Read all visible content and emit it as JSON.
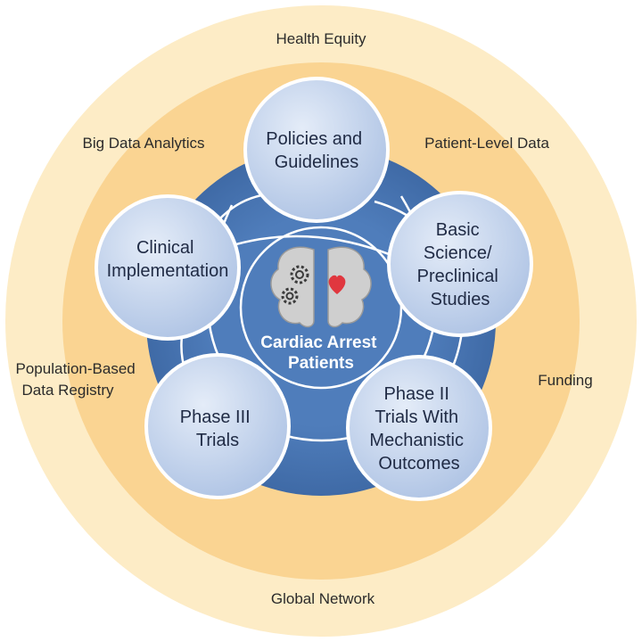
{
  "outer_ring": {
    "top": "Health Equity",
    "bottom": "Global Network",
    "upper_left": "Big Data Analytics",
    "upper_right": "Patient-Level Data",
    "left_lines": [
      "Population-Based",
      "Data Registry"
    ],
    "right": "Funding"
  },
  "center": {
    "lines": [
      "Cardiac Arrest",
      "Patients"
    ],
    "icon": "brain-with-gears-and-heart-icon"
  },
  "nodes": [
    {
      "id": "policies",
      "lines": [
        "Policies and",
        "Guidelines"
      ]
    },
    {
      "id": "basic-science",
      "lines": [
        "Basic",
        "Science/",
        "Preclinical",
        "Studies"
      ]
    },
    {
      "id": "phase-two",
      "lines": [
        "Phase II",
        "Trials With",
        "Mechanistic",
        "Outcomes"
      ]
    },
    {
      "id": "phase-three",
      "lines": [
        "Phase III",
        "Trials"
      ]
    },
    {
      "id": "clinical",
      "lines": [
        "Clinical",
        "Implementation"
      ]
    }
  ],
  "colors": {
    "outer_ring": "#fdecc6",
    "middle_ring": "#fad492",
    "blue_disc": "#4a77b4",
    "node_fill": "#c9d7ee",
    "node_stroke": "#ffffff",
    "heart": "#e0373f",
    "brain": "#c8c8c8"
  }
}
